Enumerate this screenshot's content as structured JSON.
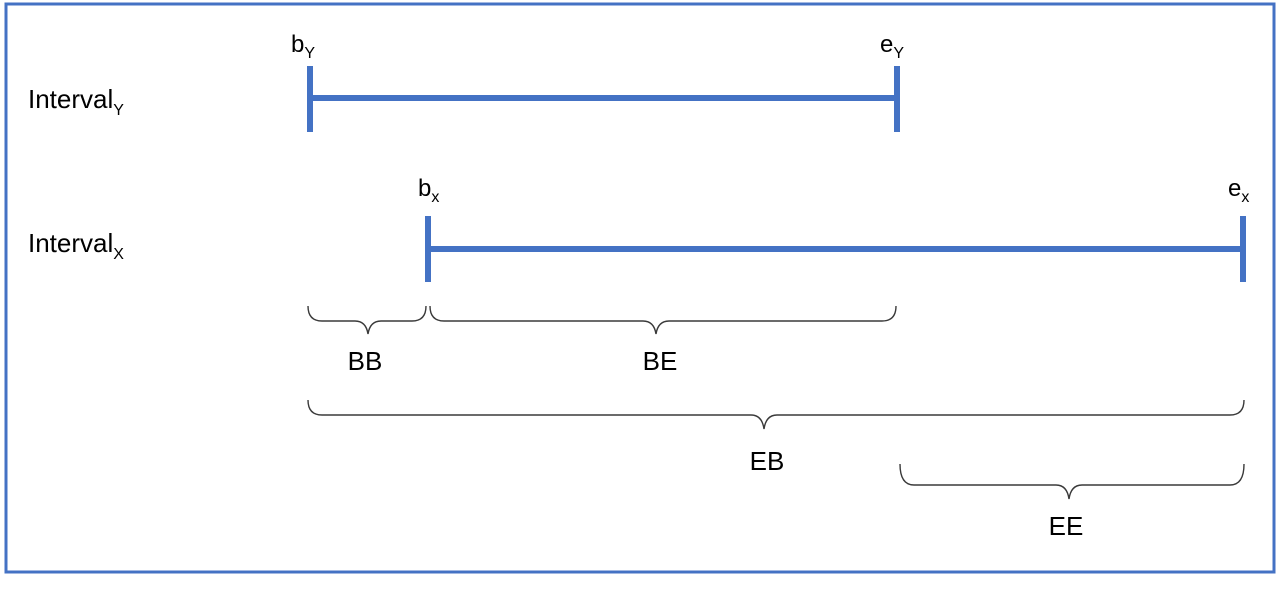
{
  "colors": {
    "frame": "#4472C4",
    "interval": "#4472C4",
    "brace": "#3a3a3a",
    "text": "#000000"
  },
  "intervals": {
    "y": {
      "name": "Interval",
      "name_sub": "Y",
      "begin": "b",
      "begin_sub": "Y",
      "end": "e",
      "end_sub": "Y"
    },
    "x": {
      "name": "Interval",
      "name_sub": "X",
      "begin": "b",
      "begin_sub": "x",
      "end": "e",
      "end_sub": "x"
    }
  },
  "relations": {
    "bb": "BB",
    "be": "BE",
    "eb": "EB",
    "ee": "EE"
  }
}
